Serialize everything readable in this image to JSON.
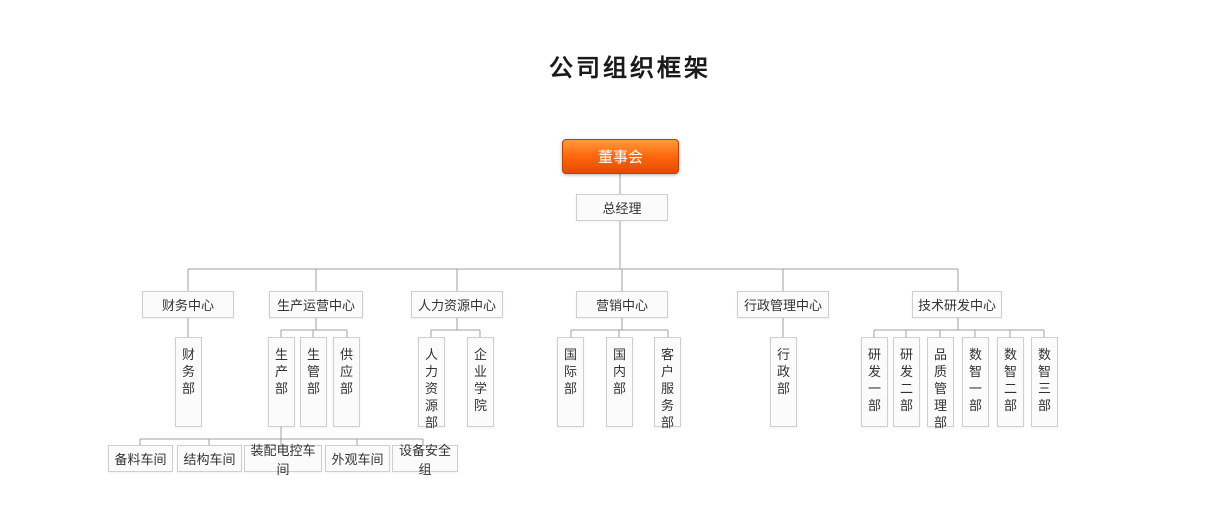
{
  "title": "公司组织框架",
  "board": "董事会",
  "gm": "总经理",
  "centers": [
    {
      "name": "财务中心",
      "depts": [
        "财务部"
      ]
    },
    {
      "name": "生产运营中心",
      "depts": [
        "生产部",
        "生管部",
        "供应部"
      ],
      "workshops": [
        "备料车间",
        "结构车间",
        "装配电控车间",
        "外观车间",
        "设备安全组"
      ]
    },
    {
      "name": "人力资源中心",
      "depts": [
        "人力资源部",
        "企业学院"
      ]
    },
    {
      "name": "营销中心",
      "depts": [
        "国际部",
        "国内部",
        "客户服务部"
      ]
    },
    {
      "name": "行政管理中心",
      "depts": [
        "行政部"
      ]
    },
    {
      "name": "技术研发中心",
      "depts": [
        "研发一部",
        "研发二部",
        "品质管理部",
        "数智一部",
        "数智二部",
        "数智三部"
      ]
    }
  ],
  "colors": {
    "board_top": "#ff9a3c",
    "board_bottom": "#e54a00",
    "line": "#a0a0a0"
  }
}
